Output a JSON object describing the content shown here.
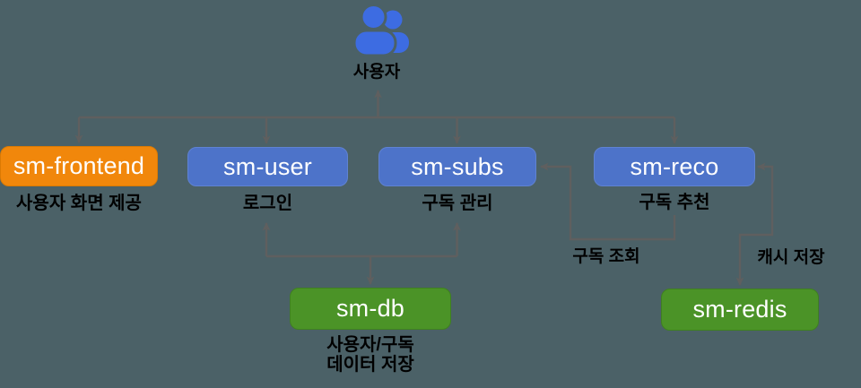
{
  "diagram": {
    "title_user": {
      "label": "사용자",
      "icon": "users-icon"
    },
    "nodes": [
      {
        "id": "sm-frontend",
        "label": "sm-frontend",
        "sublabel": "사용자 화면 제공",
        "color": "#F1870B"
      },
      {
        "id": "sm-user",
        "label": "sm-user",
        "sublabel": "로그인",
        "color": "#4D73C9"
      },
      {
        "id": "sm-subs",
        "label": "sm-subs",
        "sublabel": "구독 관리",
        "color": "#4D73C9"
      },
      {
        "id": "sm-reco",
        "label": "sm-reco",
        "sublabel": "구독 추천",
        "color": "#4D73C9"
      },
      {
        "id": "sm-db",
        "label": "sm-db",
        "sublabel": "사용자/구독\n데이터 저장",
        "color": "#4B9327"
      },
      {
        "id": "sm-redis",
        "label": "sm-redis",
        "sublabel": "",
        "color": "#4B9327"
      }
    ],
    "edges": [
      {
        "from": "사용자",
        "to": "sm-frontend",
        "label": ""
      },
      {
        "from": "사용자",
        "to": "sm-user",
        "label": ""
      },
      {
        "from": "사용자",
        "to": "sm-subs",
        "label": ""
      },
      {
        "from": "사용자",
        "to": "sm-reco",
        "label": ""
      },
      {
        "from": "sm-user",
        "to": "sm-db",
        "label": ""
      },
      {
        "from": "sm-subs",
        "to": "sm-db",
        "label": ""
      },
      {
        "from": "sm-reco",
        "to": "sm-subs",
        "label": "구독 조회"
      },
      {
        "from": "sm-reco",
        "to": "sm-redis",
        "label": "캐시 저장"
      }
    ],
    "colors": {
      "background": "#4B6167",
      "connector": "#5F5F5F",
      "node_text": "#FFFFFF",
      "label_text": "#000000",
      "user_icon": "#3D6CE2",
      "orange": "#F1870B",
      "blue": "#4D73C9",
      "green": "#4B9327"
    }
  }
}
